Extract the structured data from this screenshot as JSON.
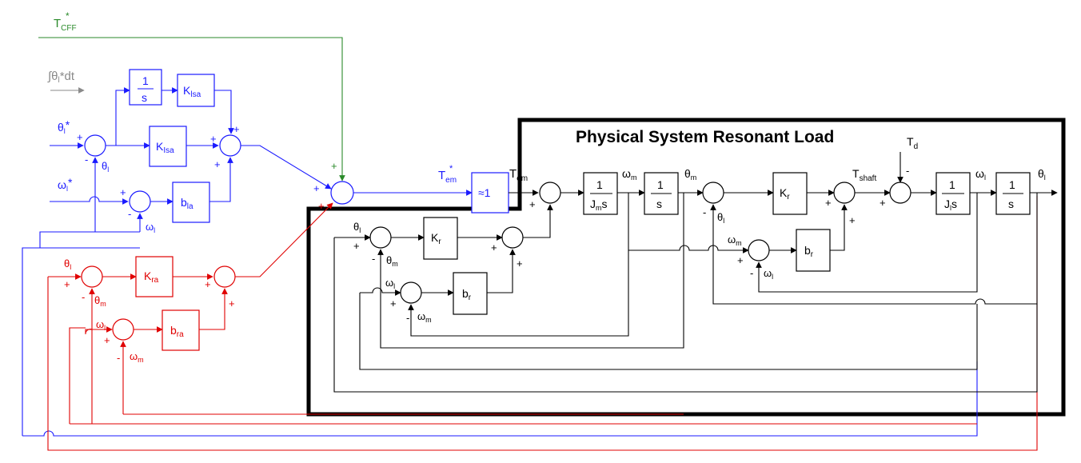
{
  "title": "Physical System Resonant Load",
  "colors": {
    "black": "#000000",
    "blue": "#1a1aff",
    "red": "#e00000",
    "green": "#2a8a2a",
    "gray": "#8a8a8a"
  },
  "top": {
    "tcff_main": "T",
    "tcff_star": "*",
    "tcff_sub": "CFF",
    "integral": "∫θ",
    "integral_sub": "l",
    "integral_rest": "*dt"
  },
  "blocks": {
    "one_over_s": "1",
    "s": "s",
    "k": "K",
    "k_lsa_sub": "lsa",
    "k_isa_sub": "Isa",
    "b": "b",
    "b_la_sub": "la",
    "kra_sub": "ra",
    "bra_sub": "ra",
    "kr_sub": "r",
    "br_sub": "r",
    "approx": "≈1",
    "jm_s": "J",
    "jm_sub": "m",
    "jl_sub": "l"
  },
  "labels": {
    "theta": "θ",
    "omega": "ω",
    "l": "l",
    "m": "m",
    "star": "*",
    "T": "T",
    "em": "em",
    "shaft": "shaft",
    "d": "d",
    "plus": "+",
    "minus": "-"
  }
}
